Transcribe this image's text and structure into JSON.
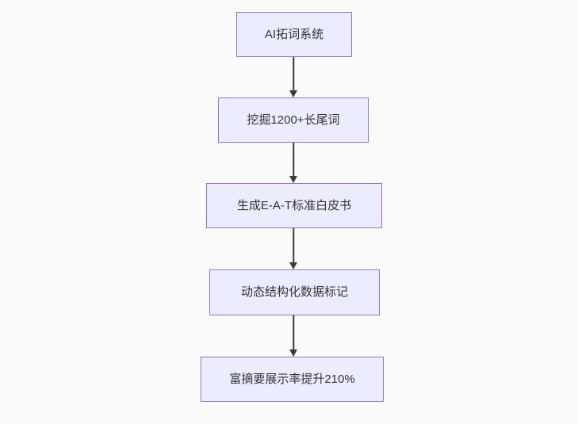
{
  "diagram": {
    "type": "flowchart",
    "direction": "top-down",
    "colors": {
      "background": "#fafafa",
      "node_fill": "#ececff",
      "node_border": "#9370db",
      "arrow": "#3a3a3a",
      "text": "#333333"
    },
    "nodes": [
      {
        "id": "A",
        "label": "AI拓词系统"
      },
      {
        "id": "B",
        "label": "挖掘1200+长尾词"
      },
      {
        "id": "C",
        "label": "生成E-A-T标准白皮书"
      },
      {
        "id": "D",
        "label": "动态结构化数据标记"
      },
      {
        "id": "E",
        "label": "富摘要展示率提升210%"
      }
    ],
    "edges": [
      {
        "from": "AI拓词系统",
        "to": "挖掘1200+长尾词"
      },
      {
        "from": "挖掘1200+长尾词",
        "to": "生成E-A-T标准白皮书"
      },
      {
        "from": "生成E-A-T标准白皮书",
        "to": "动态结构化数据标记"
      },
      {
        "from": "动态结构化数据标记",
        "to": "富摘要展示率提升210%"
      }
    ]
  }
}
